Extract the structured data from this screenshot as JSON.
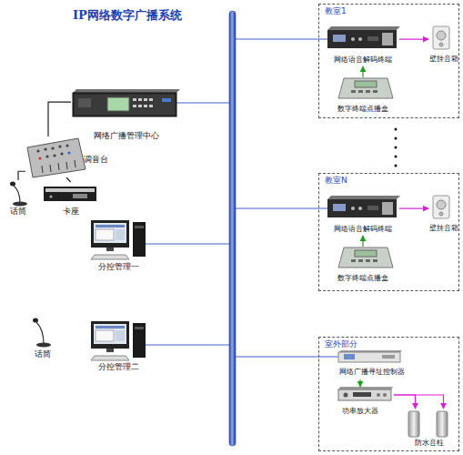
{
  "diagram": {
    "title": "IP网络数字广播系统",
    "nodes": [
      {
        "text": [
          "网络广播管理中心"
        ]
      },
      {
        "text": [
          "调音台"
        ]
      },
      {
        "text": [
          "话筒"
        ]
      },
      {
        "text": [
          "卡座"
        ]
      },
      {
        "text": [
          "分控管理一"
        ]
      },
      {
        "text": [
          "话筒"
        ]
      },
      {
        "text": [
          "分控管理二"
        ]
      },
      {
        "text": [
          "教室1"
        ]
      },
      {
        "text": [
          "网络语音解码终端"
        ],
        "in": 7
      },
      {
        "text": [
          "壁挂音箱"
        ],
        "in": 7
      },
      {
        "text": [
          "数字终端点播盒"
        ],
        "in": 7
      },
      {
        "text": [
          "教室N"
        ]
      },
      {
        "text": [
          "网络语音解码终端"
        ],
        "in": 11
      },
      {
        "text": [
          "壁挂音箱"
        ],
        "in": 11
      },
      {
        "text": [
          "数字终端点播盒"
        ],
        "in": 11
      },
      {
        "text": [
          "室外部分"
        ]
      },
      {
        "text": [
          "网络广播寻址控制器"
        ],
        "in": 15
      },
      {
        "text": [
          "功率放大器"
        ],
        "in": 15
      },
      {
        "text": [
          "防水音柱"
        ],
        "in": 15
      }
    ],
    "edges": [
      {
        "from": 1,
        "to": 0,
        "arrow": "none"
      },
      {
        "from": 2,
        "to": 1,
        "arrow": "none"
      },
      {
        "from": 3,
        "to": 1,
        "arrow": "none"
      },
      {
        "from": 10,
        "to": 8,
        "arrow": "to"
      },
      {
        "from": 8,
        "to": 9,
        "arrow": "to"
      },
      {
        "from": 14,
        "to": 12,
        "arrow": "to"
      },
      {
        "from": 12,
        "to": 13,
        "arrow": "to"
      },
      {
        "from": 16,
        "to": 17,
        "arrow": "to"
      },
      {
        "from": 17,
        "to": 18,
        "arrow": "to"
      },
      {
        "from": 17,
        "to": 18,
        "arrow": "to"
      }
    ]
  }
}
